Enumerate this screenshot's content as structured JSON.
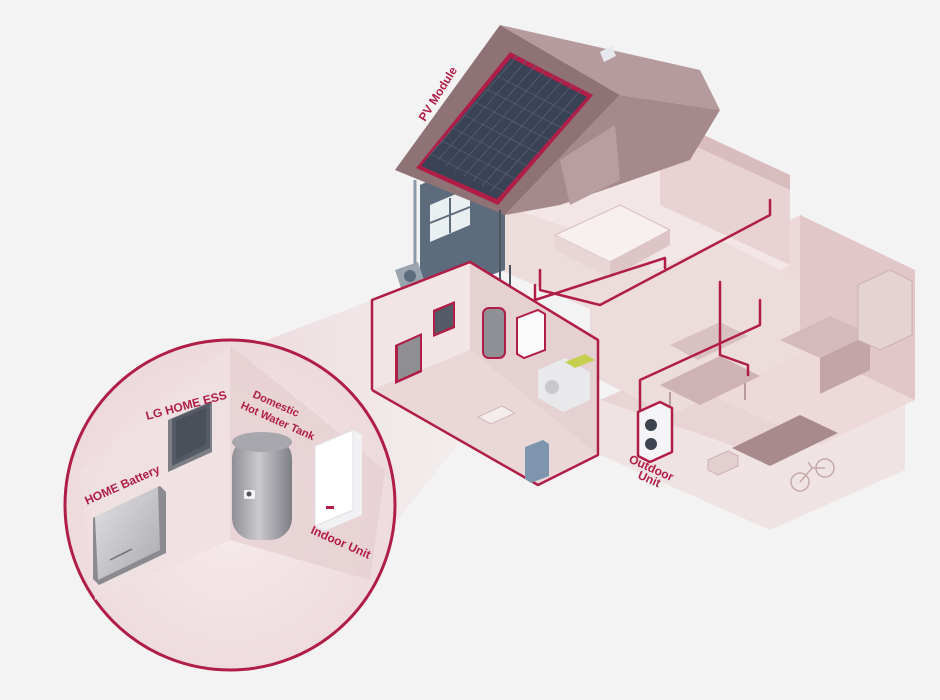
{
  "labels": {
    "pv_module": "PV Module",
    "lg_home_ess": "LG HOME ESS",
    "home_battery": "HOME Battery",
    "hot_water_line1": "Domestic",
    "hot_water_line2": "Hot Water Tank",
    "indoor_unit": "Indoor Unit",
    "outdoor_unit_line1": "Outdoor",
    "outdoor_unit_line2": "Unit"
  },
  "colors": {
    "accent": "#b01e48",
    "background": "#f4f3f3",
    "roof": "#9c7f81",
    "wall_dark": "#5d6c7d",
    "wall_light": "#ead9d9",
    "solar_panel": "#3a4256"
  }
}
